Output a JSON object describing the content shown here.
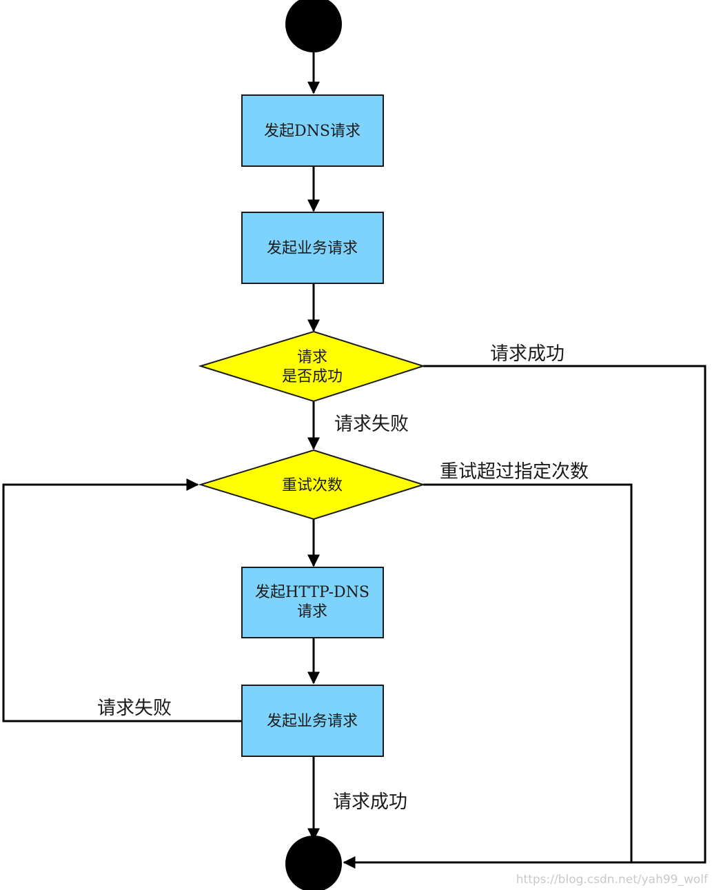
{
  "nodes": {
    "dns_request": "发起DNS请求",
    "business_request_1": "发起业务请求",
    "decision_success": {
      "line1": "请求",
      "line2": "是否成功"
    },
    "retry_count": "重试次数",
    "http_dns_request": {
      "line1": "发起HTTP-DNS",
      "line2": "请求"
    },
    "business_request_2": "发起业务请求"
  },
  "edges": {
    "request_success_right": "请求成功",
    "request_failed_down": "请求失败",
    "retry_exceeded": "重试超过指定次数",
    "request_failed_loop": "请求失败",
    "request_success_down": "请求成功"
  },
  "watermark": "https://blog.csdn.net/yah99_wolf",
  "colors": {
    "process_fill": "#7dd3fb",
    "decision_fill": "#ffff00",
    "terminal_fill": "#000000",
    "line": "#000000"
  }
}
